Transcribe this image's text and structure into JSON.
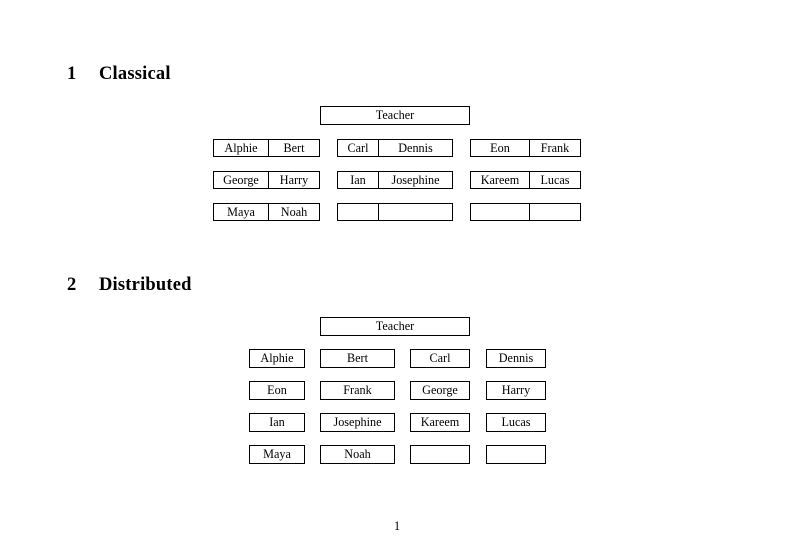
{
  "document": {
    "page_number": "1",
    "background_color": "#ffffff",
    "text_color": "#000000",
    "box_border_color": "#000000"
  },
  "sections": [
    {
      "number": "1",
      "title": "Classical",
      "root": {
        "label": "Teacher"
      },
      "groups": [
        {
          "rows": [
            {
              "cells": [
                {
                  "label": "Alphie"
                },
                {
                  "label": "Bert"
                }
              ]
            },
            {
              "cells": [
                {
                  "label": "George"
                },
                {
                  "label": "Harry"
                }
              ]
            },
            {
              "cells": [
                {
                  "label": "Maya"
                },
                {
                  "label": "Noah"
                }
              ]
            }
          ]
        },
        {
          "rows": [
            {
              "cells": [
                {
                  "label": "Carl"
                },
                {
                  "label": "Dennis"
                }
              ]
            },
            {
              "cells": [
                {
                  "label": "Ian"
                },
                {
                  "label": "Josephine"
                }
              ]
            },
            {
              "cells": [
                {
                  "label": ""
                },
                {
                  "label": ""
                }
              ]
            }
          ]
        },
        {
          "rows": [
            {
              "cells": [
                {
                  "label": "Eon"
                },
                {
                  "label": "Frank"
                }
              ]
            },
            {
              "cells": [
                {
                  "label": "Kareem"
                },
                {
                  "label": "Lucas"
                }
              ]
            },
            {
              "cells": [
                {
                  "label": ""
                },
                {
                  "label": ""
                }
              ]
            }
          ]
        }
      ]
    },
    {
      "number": "2",
      "title": "Distributed",
      "root": {
        "label": "Teacher"
      },
      "rows": [
        {
          "boxes": [
            {
              "label": "Alphie"
            },
            {
              "label": "Bert"
            },
            {
              "label": "Carl"
            },
            {
              "label": "Dennis"
            }
          ]
        },
        {
          "boxes": [
            {
              "label": "Eon"
            },
            {
              "label": "Frank"
            },
            {
              "label": "George"
            },
            {
              "label": "Harry"
            }
          ]
        },
        {
          "boxes": [
            {
              "label": "Ian"
            },
            {
              "label": "Josephine"
            },
            {
              "label": "Kareem"
            },
            {
              "label": "Lucas"
            }
          ]
        },
        {
          "boxes": [
            {
              "label": "Maya"
            },
            {
              "label": "Noah"
            },
            {
              "label": ""
            },
            {
              "label": ""
            }
          ]
        }
      ]
    }
  ]
}
